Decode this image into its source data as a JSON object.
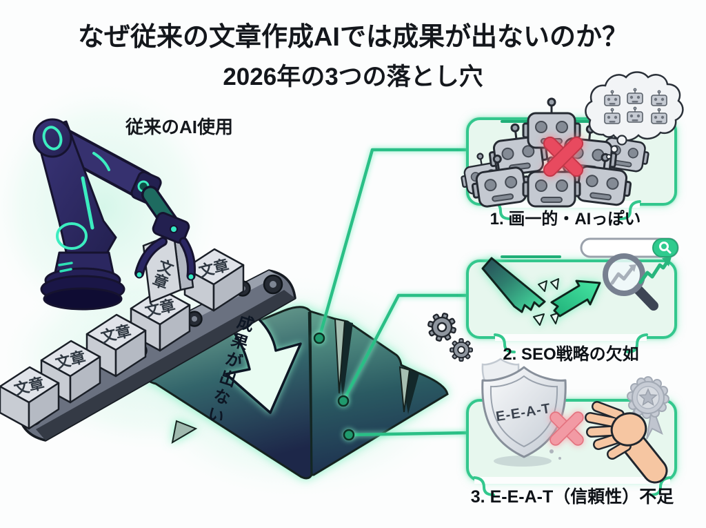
{
  "title": {
    "line1": "なぜ従来の文章作成AIでは成果が出ないのか？",
    "line2": "2026年の3つの落とし穴"
  },
  "machine": {
    "label": "従来のAI使用",
    "crate_label": "文章"
  },
  "pit": {
    "arrow_label": "成果が出ない"
  },
  "callouts": [
    {
      "label": "1. 画一的・AIっぽい"
    },
    {
      "label": "2. SEO戦略の欠如"
    },
    {
      "label": "3. E-E-A-T（信頼性）不足"
    }
  ],
  "shield": {
    "label": "E-E-A-T"
  },
  "colors": {
    "accent_green": "#33c78d",
    "pale_green_fill": "#e7f7ee",
    "pit_gradient_top": "#7fb49c",
    "pit_gradient_bottom": "#1d2749",
    "alert_red": "#e84a5f",
    "soft_red": "#f29aa4",
    "robot_navy": "#322e6d",
    "teal_accent": "#35e8c2",
    "icon_gray": "#8f969f"
  }
}
